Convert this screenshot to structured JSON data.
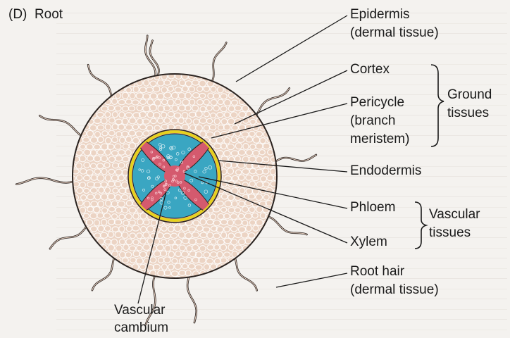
{
  "panel_label": "(D)",
  "panel_title": "Root",
  "labels": {
    "epidermis": "Epidermis",
    "epidermis_note": "(dermal tissue)",
    "cortex": "Cortex",
    "pericycle": "Pericycle",
    "pericycle_note1": "(branch",
    "pericycle_note2": "meristem)",
    "ground_tissues1": "Ground",
    "ground_tissues2": "tissues",
    "endodermis": "Endodermis",
    "phloem": "Phloem",
    "xylem": "Xylem",
    "vascular_tissues1": "Vascular",
    "vascular_tissues2": "tissues",
    "root_hair": "Root hair",
    "root_hair_note": "(dermal tissue)",
    "vascular_cambium1": "Vascular",
    "vascular_cambium2": "cambium"
  },
  "colors": {
    "cortex_fill": "#ecd4c4",
    "cell_stroke": "#ffffff",
    "outline": "#2a2320",
    "endodermis_ring": "#e6d21e",
    "phloem": "#3aa6c2",
    "xylem": "#d45a6e",
    "pericycle_ring": "#e3a8ae",
    "background": "#f4f2ef"
  }
}
